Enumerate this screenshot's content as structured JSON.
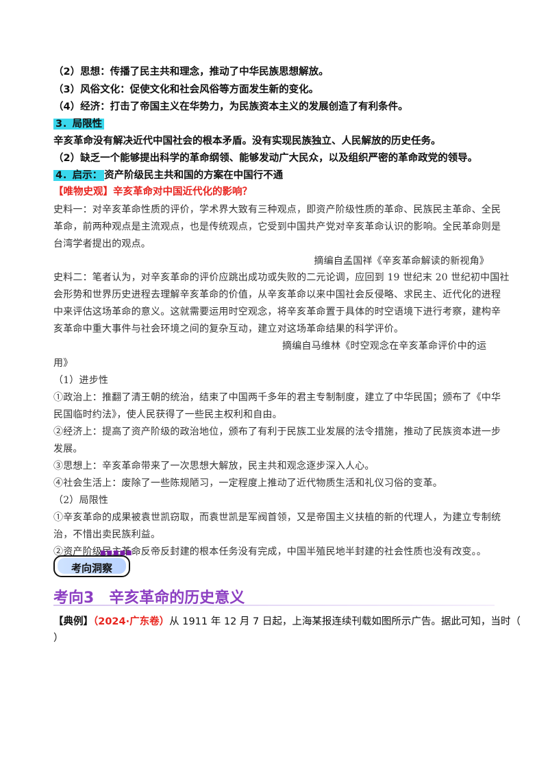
{
  "lines": {
    "l1": "（2）思想：传播了民主共和理念，推动了中华民族思想解放。",
    "l2": "（3）风俗文化：促使文化和社会风俗等方面发生新的变化。",
    "l3": "（4）经济：打击了帝国主义在华势力，为民族资本主义的发展创造了有利条件。",
    "l4": "3．局限性",
    "l5": "辛亥革命没有解决近代中国社会的根本矛盾。没有实现民族独立、人民解放的历史任务。",
    "l6": "（2）缺乏一个能够提出科学的革命纲领、能够发动广大民众，以及组织严密的革命政党的领导。",
    "l7a": "4．启示：",
    "l7b": "资产阶级民主共和国的方案在中国行不通",
    "l8": "【唯物史观】辛亥革命对中国近代化的影响？",
    "s1a": "史料一：对辛亥革命性质的评价，学术界大致有三种观点，即资产阶级性质的革命、民族民主革命、全民",
    "s1b": "革命，前两种观点是主流观点，也是传统观点，它受到中国共产党对辛亥革命认识的影响。全民革命则是",
    "s1c": "台湾学者提出的观点。",
    "s1src": "摘编自孟国祥《辛亥革命解读的新视角》",
    "s2a": "史料二：笔者认为，对辛亥革命的评价应跳出成功或失败的二元论调，应回到 19 世纪末 20 世纪初中国社",
    "s2b": "会形势和世界历史进程去理解辛亥革命的价值，从辛亥革命以来中国社会反侵略、求民主、近代化的进程",
    "s2c": "中来评估这场革命的意义。这就需要运用时空观念，将辛亥革命置于具体的时空语境下进行考察，建构辛",
    "s2d": "亥革命中重大事件与社会环境之间的复杂互动，建立对这场革命结果的科学评价。",
    "s2src": "摘编自马维林《时空观念在辛亥革命评价中的运",
    "s2src2": "用》",
    "p1": "（1）进步性",
    "p2a": "①政治上：推翻了清王朝的统治，结束了中国两千多年的君主专制制度，建立了中华民国；颁布了《中华",
    "p2b": "民国临时约法》，使人民获得了一些民主权利和自由。",
    "p3a": "②经济上：提高了资产阶级的政治地位，颁布了有利于民族工业发展的法令措施，推动了民族资本进一步",
    "p3b": "发展。",
    "p4": "③思想上：辛亥革命带来了一次思想大解放，民主共和观念逐步深入人心。",
    "p5": "④社会生活上：废除了一些陈规陋习，一定程度上推动了近代物质生活和礼仪习俗的变革。",
    "p6": "（2）局限性",
    "p7a": "①辛亥革命的成果被袁世凯窃取，而袁世凯是军阀首领，又是帝国主义扶植的新的代理人，为建立专制统",
    "p7b": "治，不惜出卖民族利益。",
    "p8": "②资产阶级民主革命反帝反封建的根本任务没有完成，中国半殖民地半封建的社会性质也没有改变。。"
  },
  "badge": {
    "label": "考向洞察",
    "dots": "■■■■■"
  },
  "topic": {
    "title": "考向3　辛亥革命的历史意义"
  },
  "example": {
    "tag": "【典例】",
    "source": "（2024·广东卷）",
    "text": "从 1911 年 12 月 7 日起，上海某报连续刊载如图所示广告。据此可知，当时（",
    "text2": "）"
  }
}
